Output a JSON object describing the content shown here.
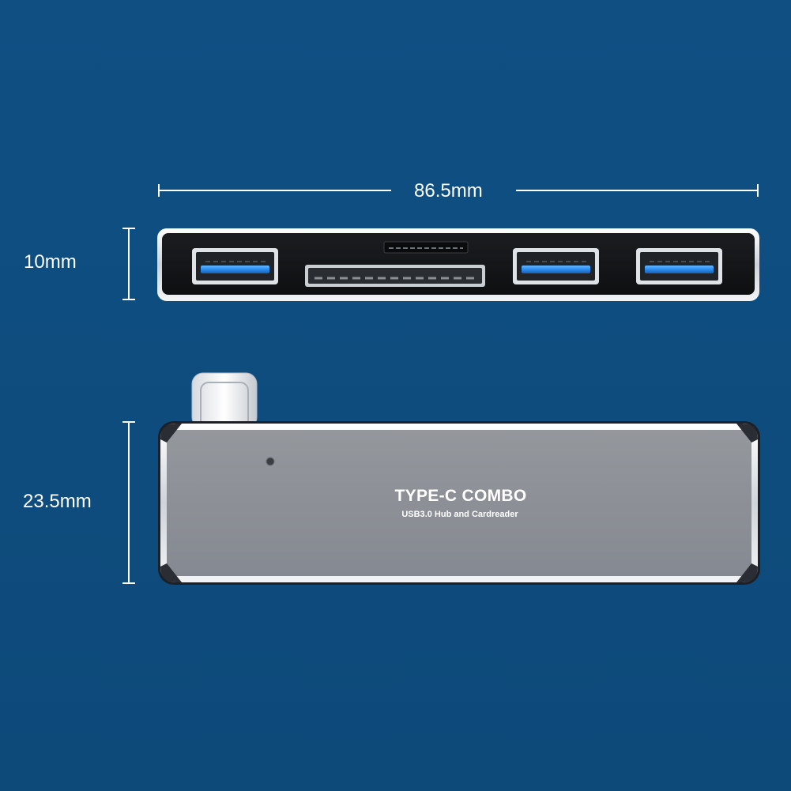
{
  "dimensions": {
    "width": "86.5mm",
    "height_front": "10mm",
    "height_top": "23.5mm"
  },
  "product": {
    "title": "TYPE-C COMBO",
    "subtitle": "USB3.0 Hub and Cardreader"
  },
  "ports": {
    "usb_a_count": 3,
    "card_slots": 2,
    "connector": "usb-c-plug-icon"
  },
  "colors": {
    "background": "#0f5386",
    "body_gray": "#8b8f95",
    "port_blue": "#2a8df0",
    "silver_edge": "#e6e9ec",
    "front_face": "#15171a"
  }
}
